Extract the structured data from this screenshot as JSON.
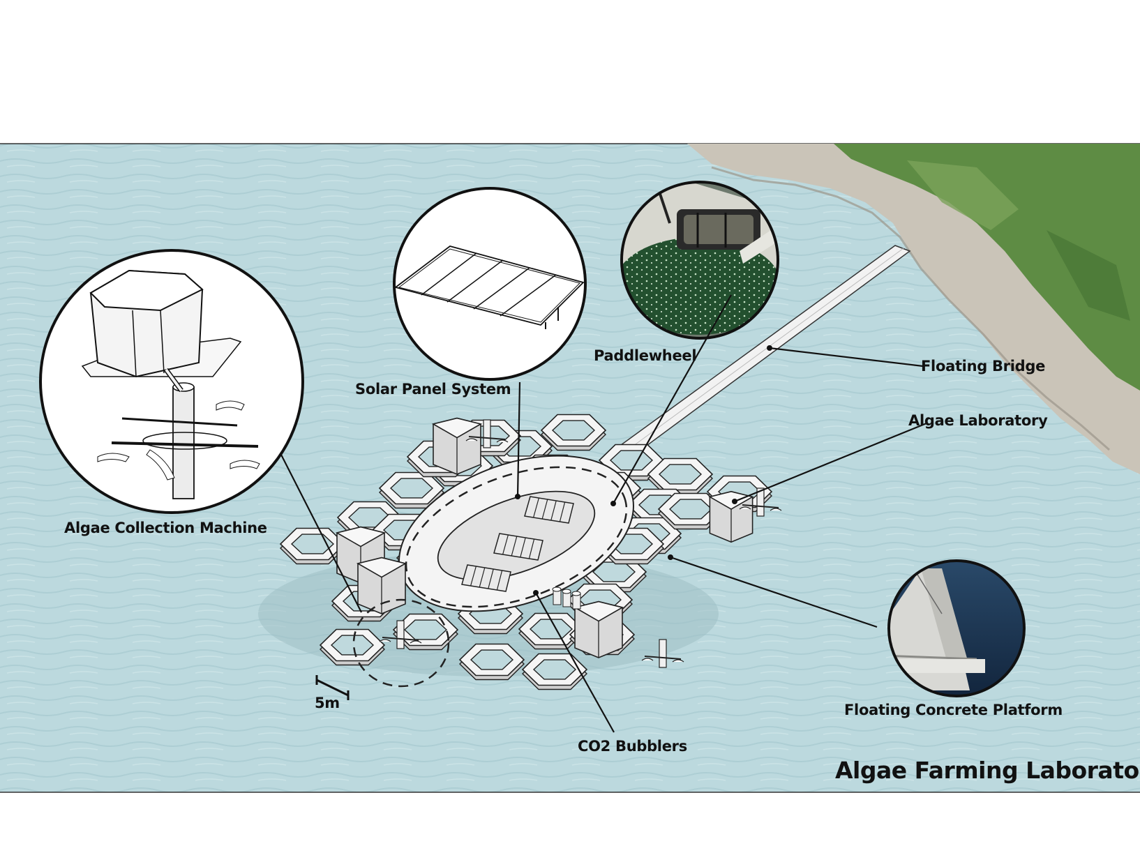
{
  "title": "Algae Farming Laboratory",
  "scale_label": "5m",
  "callouts": {
    "algae_collection_machine": "Algae Collection Machine",
    "solar_panel_system": "Solar Panel System",
    "paddlewheel": "Paddlewheel",
    "floating_bridge": "Floating Bridge",
    "algae_laboratory": "Algae Laboratory",
    "floating_concrete_platform": "Floating Concrete Platform",
    "co2_bubblers": "CO2 Bubblers"
  },
  "colors": {
    "sea": "#bcd9de",
    "sea_ripple": "#a6c9cf",
    "land_green": "#5f8f43",
    "rock": "#c9c3b7",
    "pond": "#1f4a2c",
    "deep_water": "#1d3550",
    "line": "#111111"
  }
}
